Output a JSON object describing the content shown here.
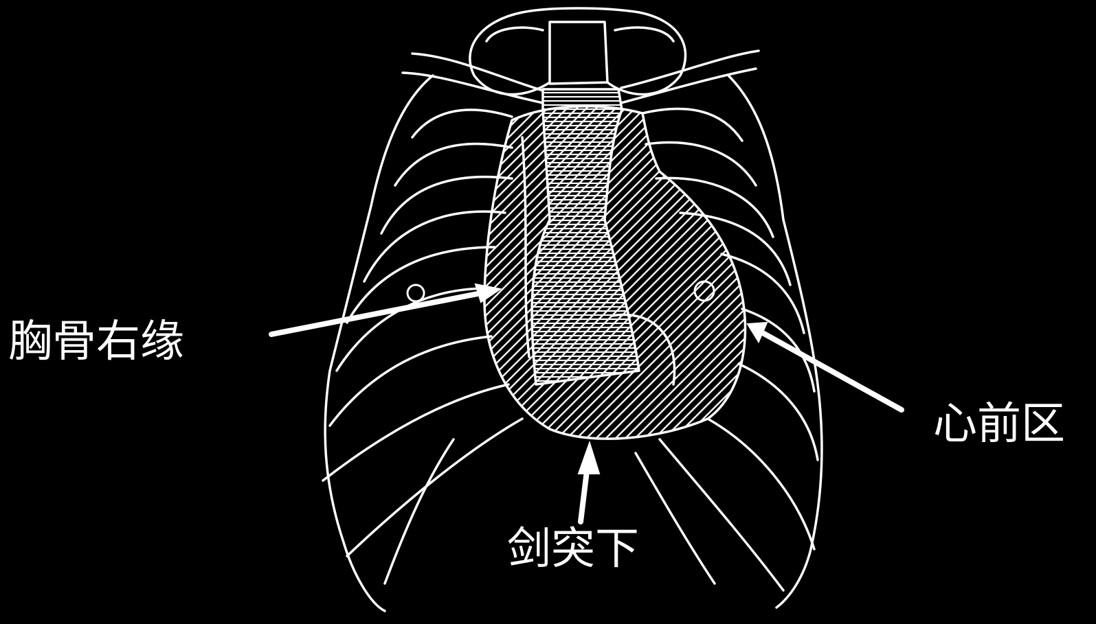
{
  "figure": {
    "labels": {
      "right_sternal_border": "胸骨右缘",
      "precordium": "心前区",
      "subxiphoid": "剑突下"
    },
    "colors": {
      "background": "#000000",
      "line_art": "#ffffff"
    }
  }
}
